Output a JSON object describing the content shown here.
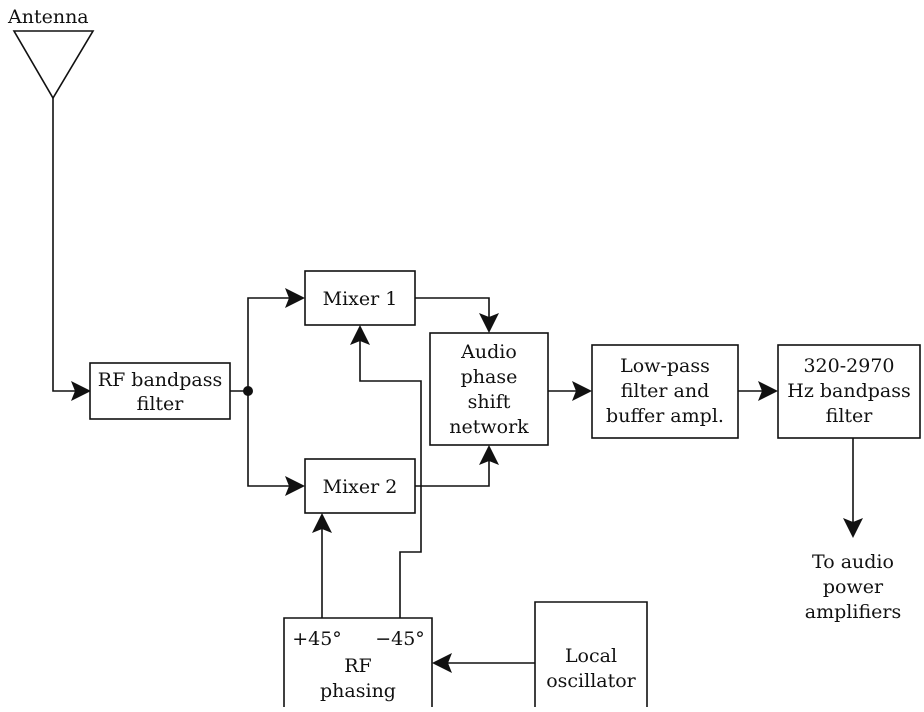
{
  "diagram": {
    "antenna_label": "Antenna",
    "rf_bandpass_filter": [
      "RF bandpass",
      "filter"
    ],
    "mixer_1": "Mixer 1",
    "mixer_2": "Mixer 2",
    "audio_phase_shift_network": [
      "Audio",
      "phase",
      "shift",
      "network"
    ],
    "low_pass_filter": [
      "Low-pass",
      "filter and",
      "buffer ampl."
    ],
    "bandpass_filter": [
      "320-2970",
      "Hz bandpass",
      "filter"
    ],
    "output_label": [
      "To audio",
      "power",
      "amplifiers"
    ],
    "rf_phasing": {
      "plus": "+45°",
      "minus": "−45°",
      "lines": [
        "RF",
        "phasing"
      ]
    },
    "local_oscillator": [
      "Local",
      "oscillator"
    ]
  }
}
